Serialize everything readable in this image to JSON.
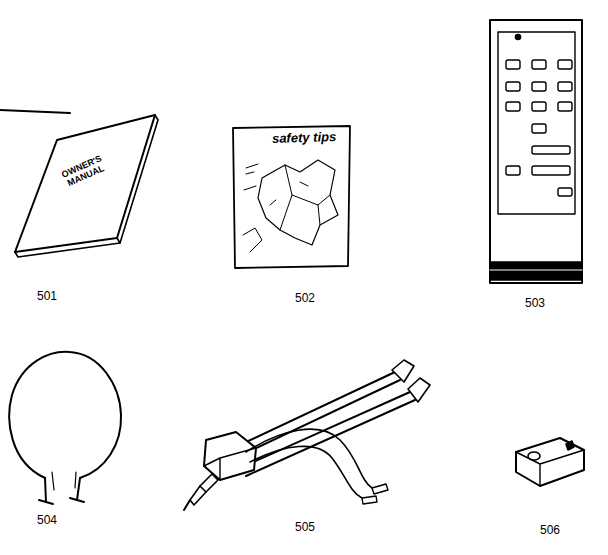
{
  "diagram": {
    "labels": [
      "OWNER'S MANUAL",
      "safety tips",
      "501",
      "502",
      "503",
      "504",
      "505",
      "506"
    ]
  }
}
